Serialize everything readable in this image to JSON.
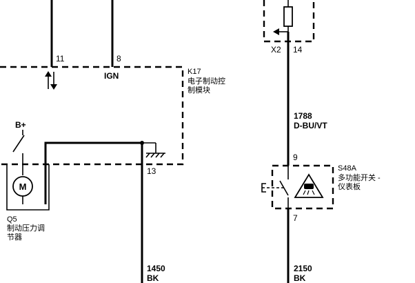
{
  "k17": {
    "pin_11": "11",
    "pin_8": "8",
    "ign": "IGN",
    "pin_13": "13",
    "code": "K17",
    "name_line1": "电子制动控",
    "name_line2": "制模块"
  },
  "q5": {
    "bplus": "B+",
    "motor": "M",
    "code": "Q5",
    "name_line1": "制动压力调",
    "name_line2": "节器"
  },
  "wire_left": {
    "id": "1450",
    "color": "BK"
  },
  "x2": {
    "connector": "X2",
    "pin": "14"
  },
  "wire_1788": {
    "id": "1788",
    "color": "D-BU/VT"
  },
  "s48a": {
    "pin_top": "9",
    "pin_bottom": "7",
    "code": "S48A",
    "name_line1": "多功能开关 -",
    "name_line2": "仪表板"
  },
  "wire_right": {
    "id": "2150",
    "color": "BK"
  }
}
